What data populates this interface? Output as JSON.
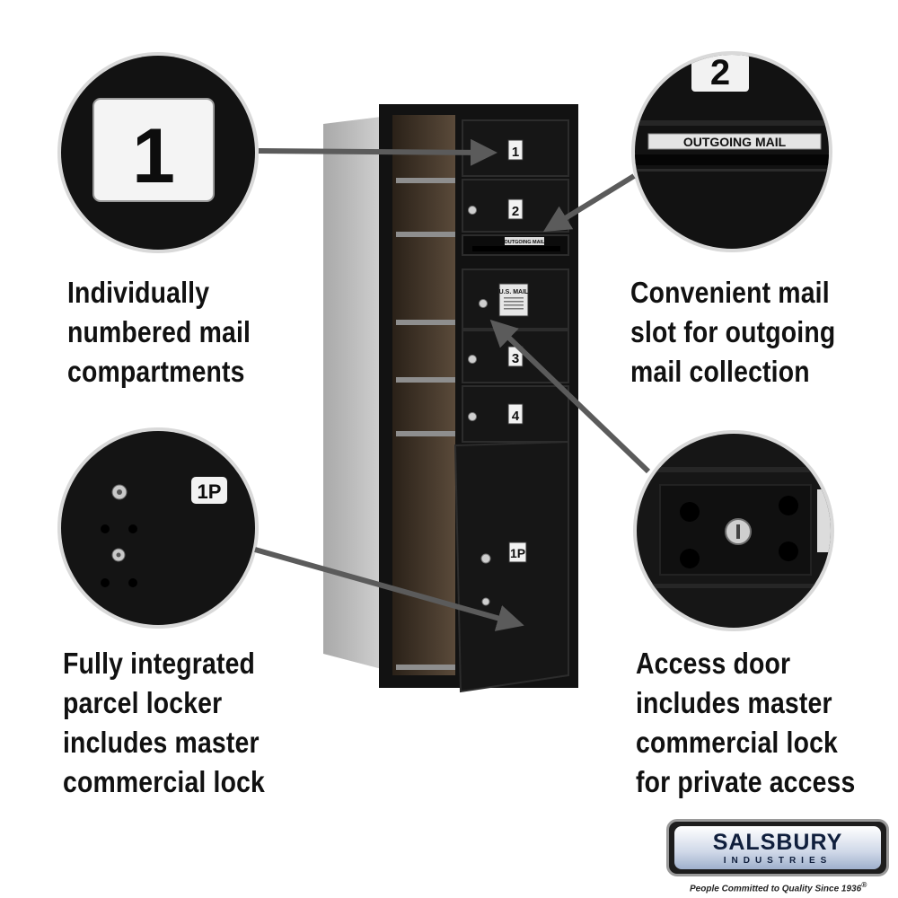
{
  "callouts": {
    "compartments": {
      "lines": [
        "Individually",
        "numbered mail",
        "compartments"
      ],
      "zoom_number": "1"
    },
    "outgoing_slot": {
      "lines": [
        "Convenient mail",
        "slot for outgoing",
        "mail collection"
      ],
      "zoom_number": "2",
      "zoom_label": "OUTGOING MAIL"
    },
    "parcel_locker": {
      "lines": [
        "Fully integrated",
        "parcel locker",
        "includes master",
        "commercial lock"
      ],
      "zoom_label": "1P"
    },
    "access_door": {
      "lines": [
        "Access door",
        "includes master",
        "commercial lock",
        "for private access"
      ]
    }
  },
  "mailbox": {
    "door_numbers": [
      "1",
      "2",
      "3",
      "4"
    ],
    "parcel_label": "1P",
    "slot_label": "OUTGOING MAIL",
    "usmail_label": "U.S. MAIL",
    "color": "#121212",
    "frame_color": "#b8b8b8"
  },
  "brand": {
    "name": "SALSBURY",
    "subtitle": "INDUSTRIES",
    "tagline": "People Committed to Quality Since 1936",
    "trademark": "®"
  },
  "colors": {
    "arrow": "#5b5b5b",
    "caption_text": "#111111",
    "circle_border": "#d9d9d9"
  }
}
